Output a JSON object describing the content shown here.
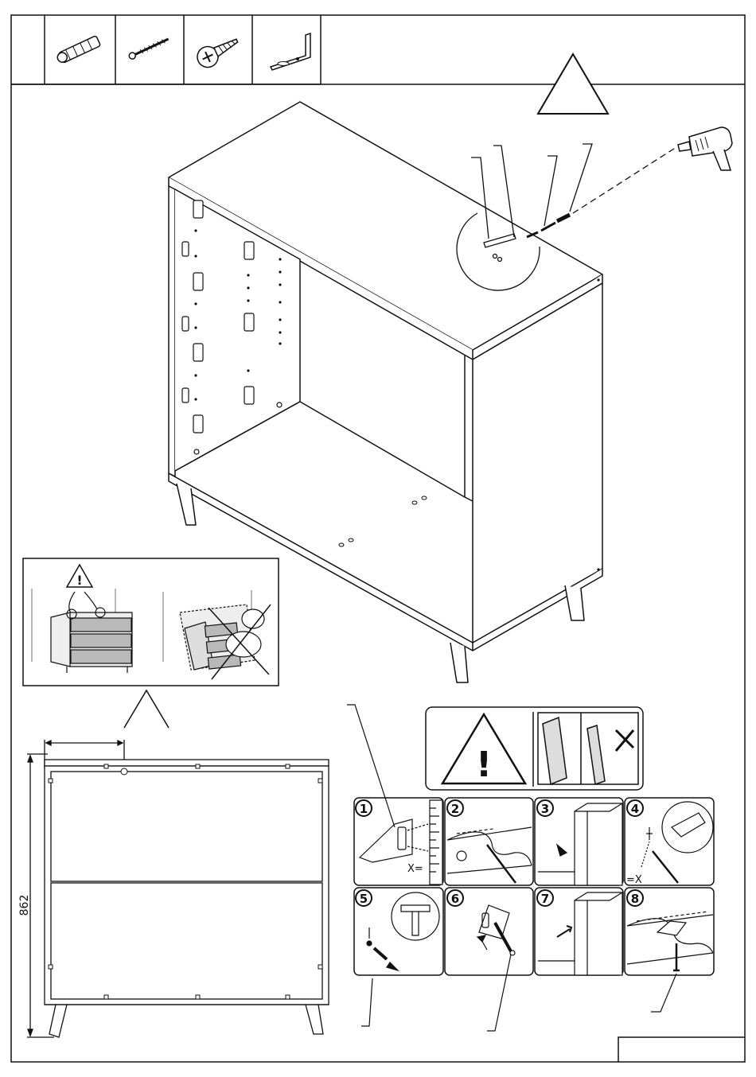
{
  "dimension": {
    "height": "862"
  },
  "steps": [
    {
      "number": "1",
      "mark": "X="
    },
    {
      "number": "2"
    },
    {
      "number": "3"
    },
    {
      "number": "4",
      "mark": "=X"
    },
    {
      "number": "5"
    },
    {
      "number": "6"
    },
    {
      "number": "7"
    },
    {
      "number": "8"
    }
  ],
  "warning": {
    "symbol": "!"
  },
  "colors": {
    "line": "#111111",
    "panel_fill": "#e6e6e6",
    "drawer_fill": "#b9b9b9"
  }
}
